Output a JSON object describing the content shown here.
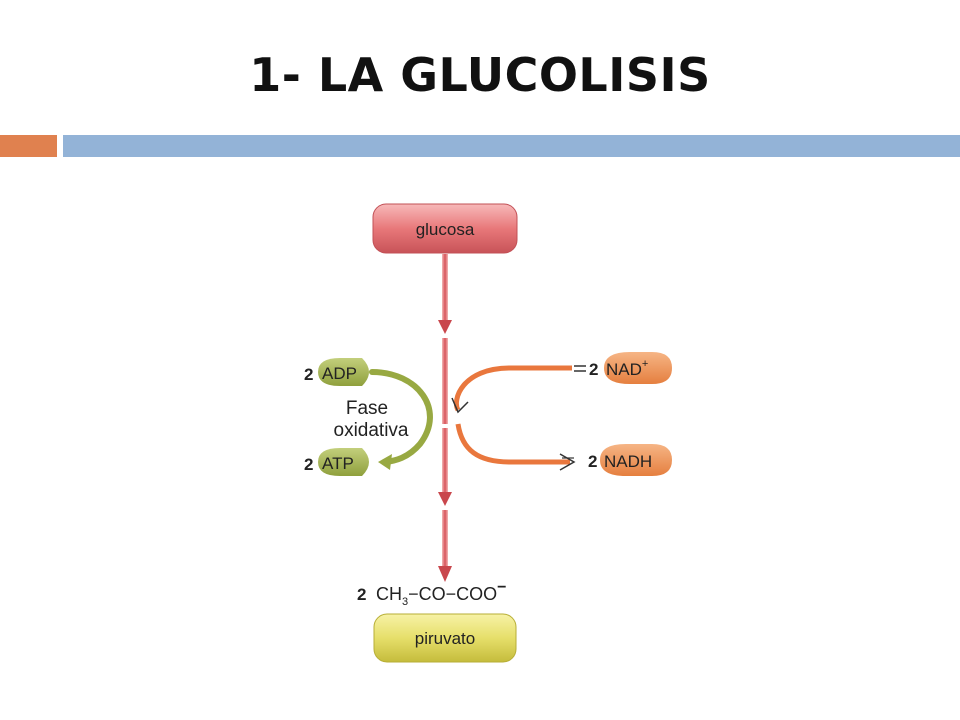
{
  "slide": {
    "title": "1- LA GLUCOLISIS"
  },
  "diagram": {
    "start_label": "glucosa",
    "end_label": "piruvato",
    "formula": {
      "coef": "2",
      "ch3": "CH",
      "sub3": "3",
      "rest": "−CO−COO",
      "charge": "−"
    },
    "phase_line1": "Fase",
    "phase_line2": "oxidativa",
    "inputs": [
      {
        "coef": "2",
        "label": "ADP"
      },
      {
        "coef": "2",
        "label": "ATP"
      }
    ],
    "cofactors": [
      {
        "coef": "2",
        "label": "NAD",
        "sup": "+"
      },
      {
        "coef": "2",
        "label": "NADH"
      }
    ]
  },
  "colors": {
    "accent_orange": "#e0814f",
    "accent_blue": "#93b3d7",
    "glucose_fill": "#e8787a",
    "pyruvate_fill": "#e6df6a",
    "adp_atp_fill": "#9fb04a",
    "nad_fill": "#ee9458",
    "main_arrow": "#d24f55"
  }
}
